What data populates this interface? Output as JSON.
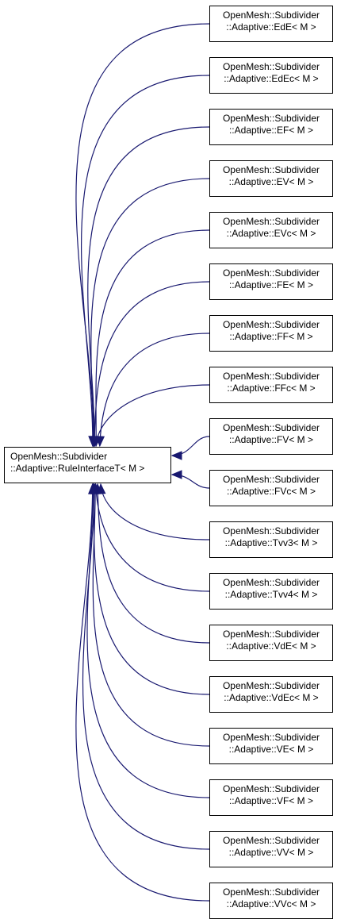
{
  "base": {
    "line1": "OpenMesh::Subdivider",
    "line2": "::Adaptive::RuleInterfaceT< M >"
  },
  "children": [
    {
      "line1": "OpenMesh::Subdivider",
      "line2": "::Adaptive::EdE< M >"
    },
    {
      "line1": "OpenMesh::Subdivider",
      "line2": "::Adaptive::EdEc< M >"
    },
    {
      "line1": "OpenMesh::Subdivider",
      "line2": "::Adaptive::EF< M >"
    },
    {
      "line1": "OpenMesh::Subdivider",
      "line2": "::Adaptive::EV< M >"
    },
    {
      "line1": "OpenMesh::Subdivider",
      "line2": "::Adaptive::EVc< M >"
    },
    {
      "line1": "OpenMesh::Subdivider",
      "line2": "::Adaptive::FE< M >"
    },
    {
      "line1": "OpenMesh::Subdivider",
      "line2": "::Adaptive::FF< M >"
    },
    {
      "line1": "OpenMesh::Subdivider",
      "line2": "::Adaptive::FFc< M >"
    },
    {
      "line1": "OpenMesh::Subdivider",
      "line2": "::Adaptive::FV< M >"
    },
    {
      "line1": "OpenMesh::Subdivider",
      "line2": "::Adaptive::FVc< M >"
    },
    {
      "line1": "OpenMesh::Subdivider",
      "line2": "::Adaptive::Tvv3< M >"
    },
    {
      "line1": "OpenMesh::Subdivider",
      "line2": "::Adaptive::Tvv4< M >"
    },
    {
      "line1": "OpenMesh::Subdivider",
      "line2": "::Adaptive::VdE< M >"
    },
    {
      "line1": "OpenMesh::Subdivider",
      "line2": "::Adaptive::VdEc< M >"
    },
    {
      "line1": "OpenMesh::Subdivider",
      "line2": "::Adaptive::VE< M >"
    },
    {
      "line1": "OpenMesh::Subdivider",
      "line2": "::Adaptive::VF< M >"
    },
    {
      "line1": "OpenMesh::Subdivider",
      "line2": "::Adaptive::VV< M >"
    },
    {
      "line1": "OpenMesh::Subdivider",
      "line2": "::Adaptive::VVc< M >"
    }
  ],
  "colors": {
    "edge": "#191970",
    "node_border": "#000000",
    "node_fill": "#ffffff"
  }
}
